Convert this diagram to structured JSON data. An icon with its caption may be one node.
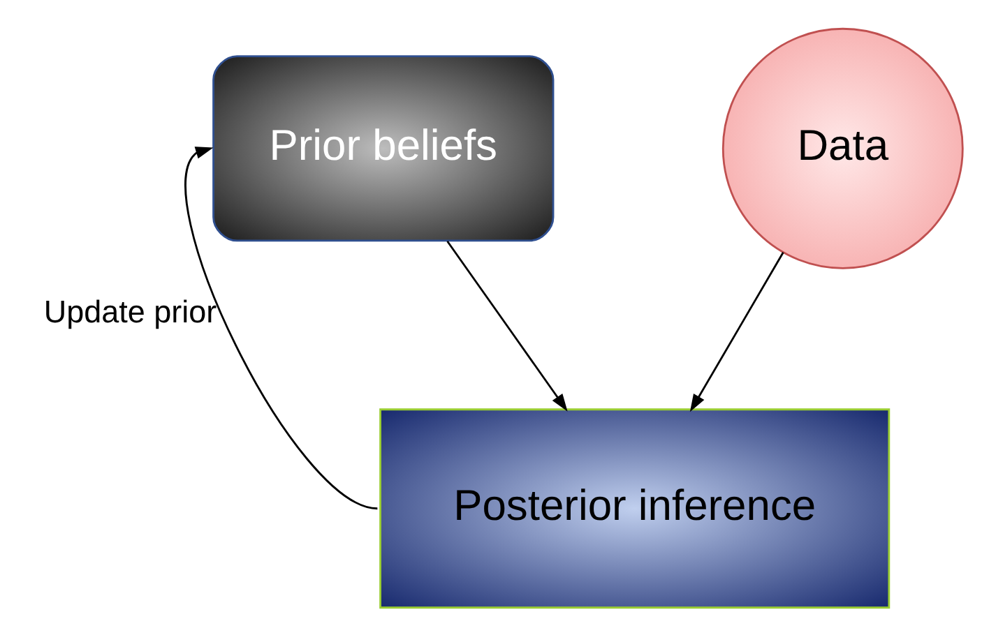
{
  "diagram": {
    "nodes": [
      {
        "text": [
          "Prior beliefs"
        ]
      },
      {
        "text": [
          "Data"
        ]
      },
      {
        "text": [
          "Posterior inference"
        ]
      }
    ],
    "edges": [
      {
        "from": 0,
        "to": 2,
        "arrow": "to"
      },
      {
        "from": 1,
        "to": 2,
        "arrow": "to"
      },
      {
        "from": 2,
        "to": 0,
        "arrow": "to",
        "label": "Update prior"
      }
    ]
  }
}
